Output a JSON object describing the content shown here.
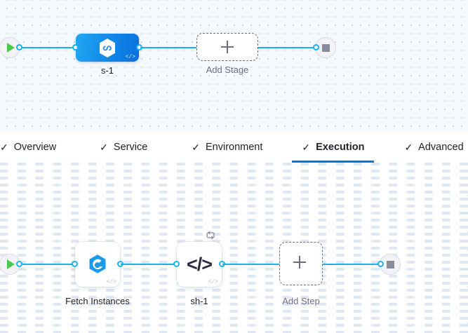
{
  "stage_canvas": {
    "name": "stage-pipeline-canvas",
    "start_node": {
      "icon": "play-icon",
      "label": ""
    },
    "end_node": {
      "icon": "stop-icon",
      "label": ""
    },
    "stage": {
      "label": "s-1",
      "icon": "harness-cd-hexagon-icon",
      "badge": "</>"
    },
    "add_stage": {
      "label": "Add Stage",
      "icon": "plus-icon"
    }
  },
  "tabs": {
    "check_glyph": "✓",
    "items": [
      {
        "label": "Overview",
        "active": false
      },
      {
        "label": "Service",
        "active": false
      },
      {
        "label": "Environment",
        "active": false
      },
      {
        "label": "Execution",
        "active": true
      },
      {
        "label": "Advanced",
        "active": false
      }
    ],
    "active_underline_color": "#0278d5"
  },
  "step_canvas": {
    "name": "execution-steps-canvas",
    "start_node": {
      "icon": "play-icon"
    },
    "end_node": {
      "icon": "stop-icon"
    },
    "steps": [
      {
        "label": "Fetch Instances",
        "icon": "harness-deploy-hexagon-icon",
        "badge": "</>",
        "loop": false
      },
      {
        "label": "sh-1",
        "icon": "shell-script-code-icon",
        "badge": "</>",
        "loop": true,
        "loop_icon": "repeat-loop-icon"
      }
    ],
    "add_step": {
      "label": "Add Step",
      "icon": "plus-icon"
    }
  },
  "colors": {
    "link": "#19b2ee",
    "accent": "#0278d5",
    "stage_gradient_from": "#21a7f0",
    "stage_gradient_to": "#0b70e0",
    "play_green": "#4dc952",
    "stop_grey": "#8a8b9d",
    "stage_canvas_bg": "#f4f9fd",
    "step_canvas_bg": "#ffffff"
  }
}
